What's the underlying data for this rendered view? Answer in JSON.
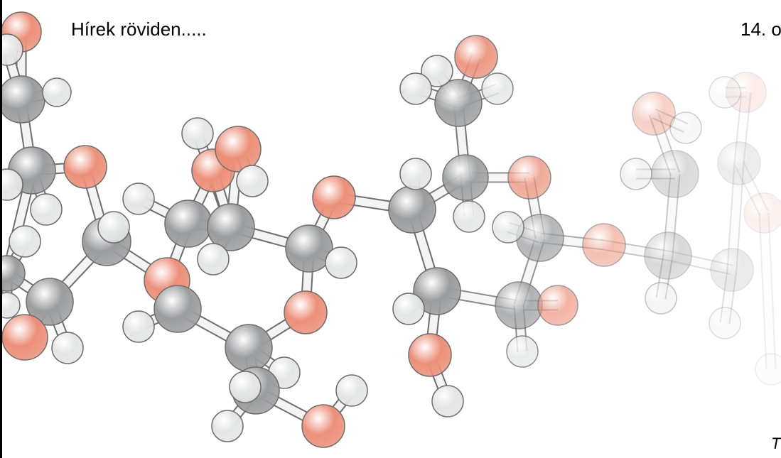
{
  "slide": {
    "title": "Hírek röviden.....",
    "number_text": "14. o",
    "footer_text": "Tö"
  },
  "colors": {
    "carbon": "#9a9c9e",
    "hydrogen": "#e4e6e6",
    "oxygen": "#ec8f78",
    "bond": "#f4f4f4",
    "outline": "#6e6e6e"
  },
  "illustration": {
    "name": "ball-and-stick-molecule"
  }
}
